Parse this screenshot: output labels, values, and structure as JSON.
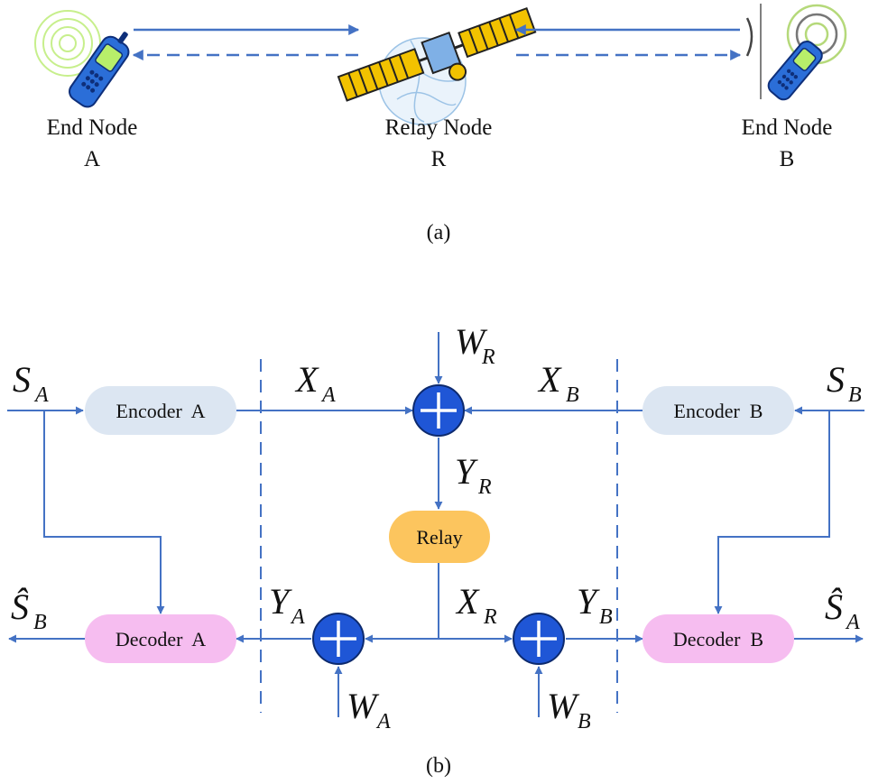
{
  "panel_a": {
    "node_a": {
      "line1": "End Node",
      "line2": "A"
    },
    "node_r": {
      "line1": "Relay Node",
      "line2": "R"
    },
    "node_b": {
      "line1": "End Node",
      "line2": "B"
    },
    "caption": "(a)"
  },
  "panel_b": {
    "caption": "(b)",
    "blocks": {
      "encoder_a": "Encoder  A",
      "encoder_b": "Encoder  B",
      "relay": "Relay",
      "decoder_a": "Decoder  A",
      "decoder_b": "Decoder  B"
    },
    "symbols": {
      "s_a": {
        "main": "S",
        "sub": "A"
      },
      "s_b": {
        "main": "S",
        "sub": "B"
      },
      "x_a": {
        "main": "X",
        "sub": "A"
      },
      "x_b": {
        "main": "X",
        "sub": "B"
      },
      "w_r": {
        "main": "W",
        "sub": "R"
      },
      "y_r": {
        "main": "Y",
        "sub": "R"
      },
      "y_a": {
        "main": "Y",
        "sub": "A"
      },
      "y_b": {
        "main": "Y",
        "sub": "B"
      },
      "x_r": {
        "main": "X",
        "sub": "R"
      },
      "w_a": {
        "main": "W",
        "sub": "A"
      },
      "w_b": {
        "main": "W",
        "sub": "B"
      },
      "shat_b": {
        "main": "Ŝ",
        "sub": "B"
      },
      "shat_a": {
        "main": "Ŝ",
        "sub": "A"
      }
    }
  },
  "colors": {
    "line": "#4472c4",
    "encoder_fill": "#dce6f2",
    "relay_fill": "#fcc55e",
    "decoder_fill": "#f6bdf0",
    "adder_fill": "#1f56d6"
  }
}
